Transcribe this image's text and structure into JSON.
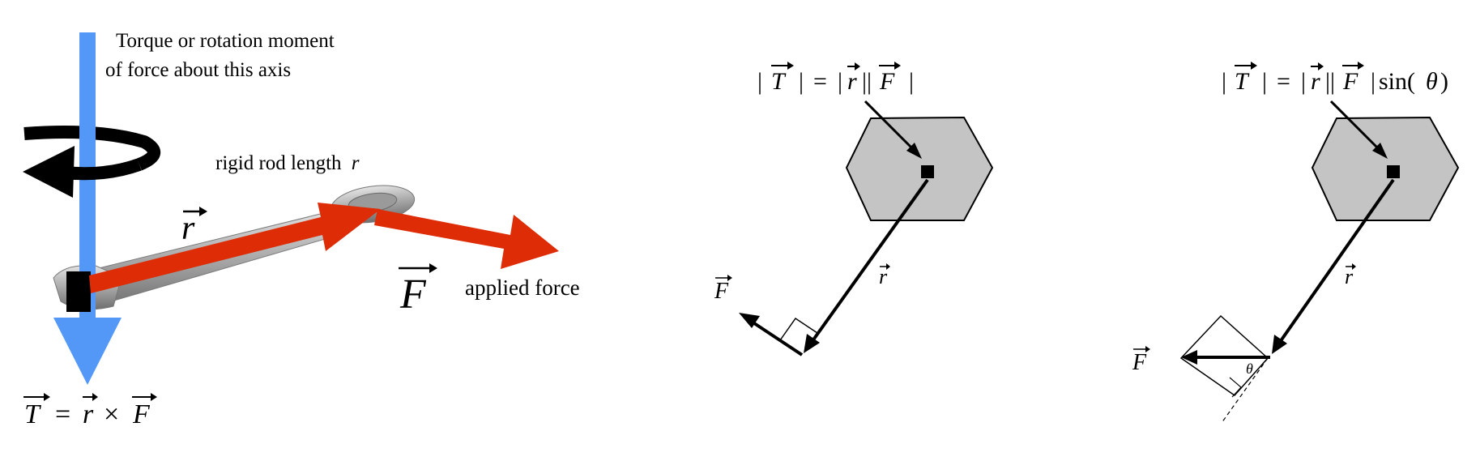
{
  "colors": {
    "axis": "#5498f7",
    "force": "#dd2c06",
    "hexagon_fill": "#c4c4c4",
    "stroke": "#000000",
    "wrench_metal": "#a9a9a9"
  },
  "left_panel": {
    "axis_caption_line1": "Torque or rotation moment",
    "axis_caption_line2": "of force about this axis",
    "rod_caption": "rigid rod length",
    "rod_caption_var": "r",
    "r_symbol": "r",
    "f_symbol": "F",
    "force_caption": "applied force",
    "formula": {
      "t": "T",
      "equals": "=",
      "r": "r",
      "cross": "×",
      "f": "F"
    }
  },
  "middle_panel": {
    "formula": {
      "bar1": "|",
      "t": "T",
      "bar2": "|",
      "equals": "=",
      "bar3": "|",
      "r": "r",
      "bar4": "||",
      "f": "F",
      "bar5": "|"
    },
    "r_label": "r",
    "f_label": "F"
  },
  "right_panel": {
    "formula": {
      "bar1": "|",
      "t": "T",
      "bar2": "|",
      "equals": "=",
      "bar3": "|",
      "r": "r",
      "bar4": "||",
      "f": "F",
      "bar5": "|",
      "sin": "sin(",
      "theta": "θ",
      "close": ")"
    },
    "r_label": "r",
    "f_label": "F",
    "angle_label": "θ"
  }
}
